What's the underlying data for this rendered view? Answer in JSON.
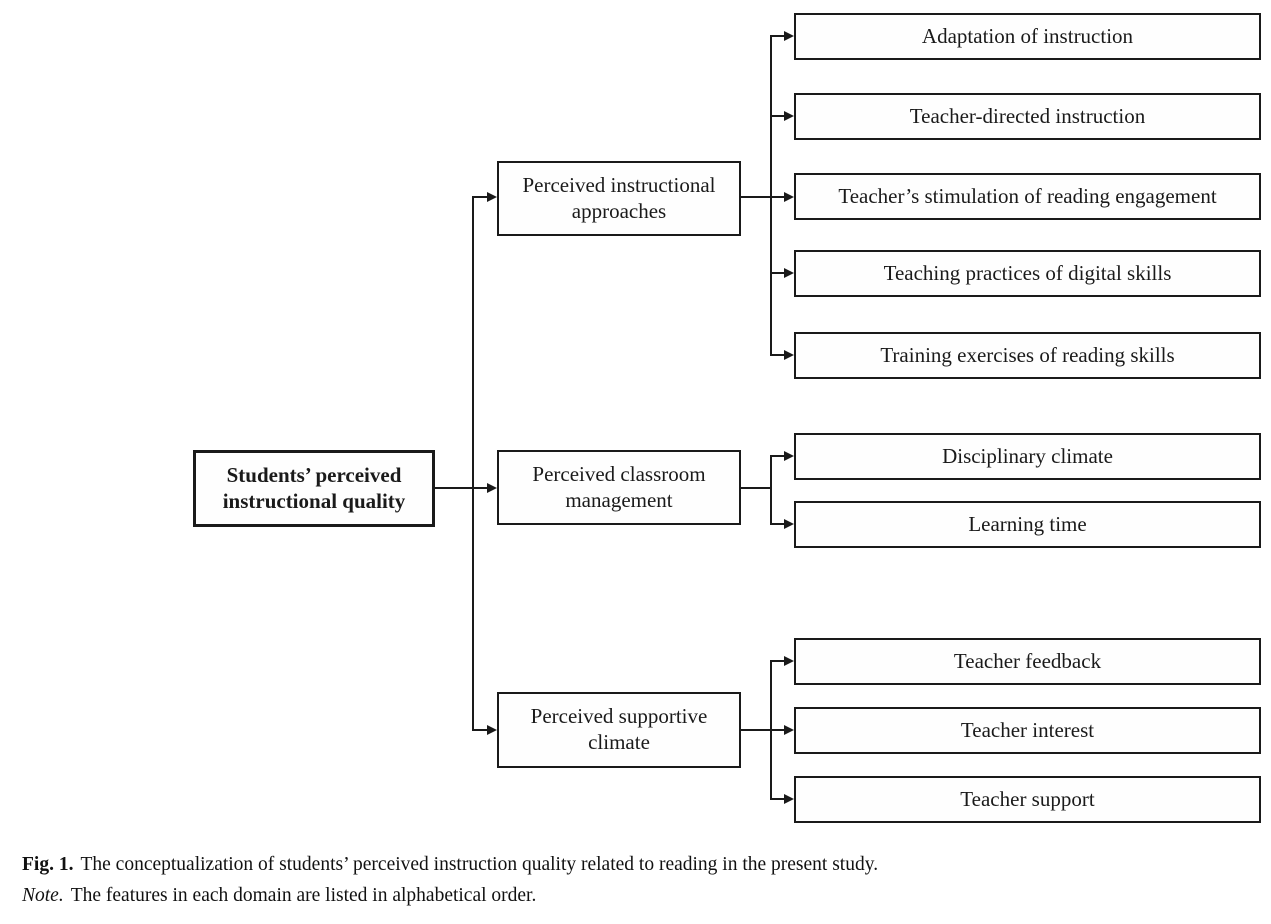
{
  "figure": {
    "root_label": "Students’ perceived instructional quality",
    "groups": [
      {
        "label": "Perceived instructional approaches",
        "children": [
          "Adaptation of instruction",
          "Teacher-directed instruction",
          "Teacher’s stimulation of reading engagement",
          "Teaching practices of digital skills",
          "Training exercises of reading skills"
        ]
      },
      {
        "label": "Perceived classroom management",
        "children": [
          "Disciplinary climate",
          "Learning time"
        ]
      },
      {
        "label": "Perceived supportive climate",
        "children": [
          "Teacher feedback",
          "Teacher interest",
          "Teacher support"
        ]
      }
    ]
  },
  "caption": {
    "fig_label": "Fig. 1.",
    "fig_text": "The conceptualization of students’ perceived instruction quality related to reading in the present study.",
    "note_label": "Note.",
    "note_text": "The features in each domain are listed in alphabetical order."
  }
}
